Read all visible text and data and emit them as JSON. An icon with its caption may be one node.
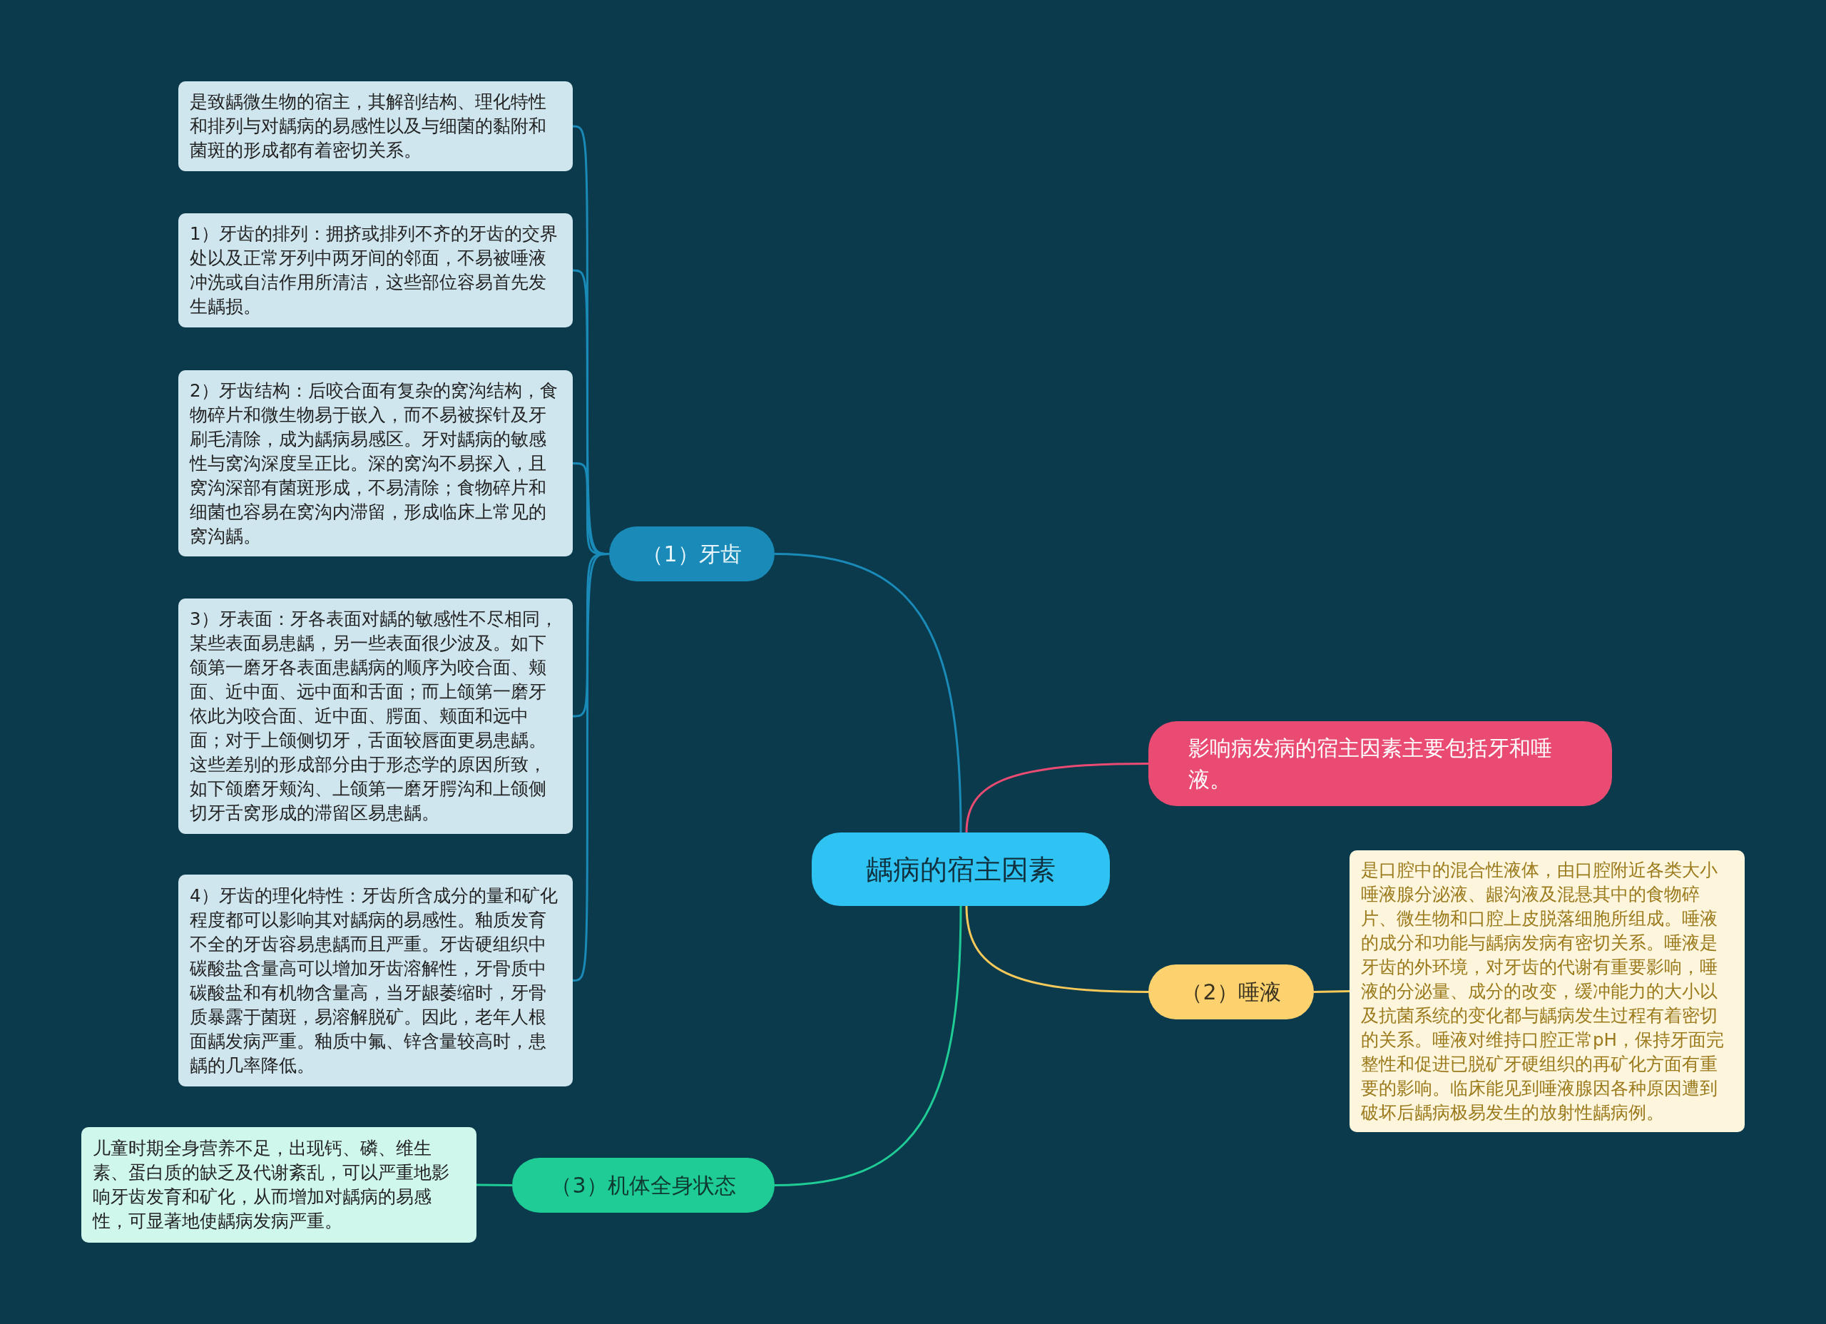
{
  "diagram": {
    "nodes": [
      {
        "text": [
          "龋病的宿主因素"
        ]
      },
      {
        "text": [
          "（1）牙齿"
        ]
      },
      {
        "text": [
          "是致龋微生物的宿主，其解剖结构、理化特性和排列与对龋病的易感性以及与细菌的黏附和菌斑的形成都有着密切关系。"
        ]
      },
      {
        "text": [
          "1）牙齿的排列：拥挤或排列不齐的牙齿的交界处以及正常牙列中两牙间的邻面，不易被唾液冲洗或自洁作用所清洁，这些部位容易首先发生龋损。"
        ]
      },
      {
        "text": [
          "2）牙齿结构：后咬合面有复杂的窝沟结构，食物碎片和微生物易于嵌入，而不易被探针及牙刷毛清除，成为龋病易感区。牙对龋病的敏感性与窝沟深度呈正比。深的窝沟不易探入，且窝沟深部有菌斑形成，不易清除；食物碎片和细菌也容易在窝沟内滞留，形成临床上常见的窝沟龋。"
        ]
      },
      {
        "text": [
          "3）牙表面：牙各表面对龋的敏感性不尽相同，某些表面易患龋，另一些表面很少波及。如下颌第一磨牙各表面患龋病的顺序为咬合面、颊面、近中面、远中面和舌面；而上颌第一磨牙依此为咬合面、近中面、腭面、颊面和远中面；对于上颌侧切牙，舌面较唇面更易患龋。这些差别的形成部分由于形态学的原因所致，如下颌磨牙颊沟、上颌第一磨牙腭沟和上颌侧切牙舌窝形成的滞留区易患龋。"
        ]
      },
      {
        "text": [
          "4）牙齿的理化特性：牙齿所含成分的量和矿化程度都可以影响其对龋病的易感性。釉质发育不全的牙齿容易患龋而且严重。牙齿硬组织中碳酸盐含量高可以增加牙齿溶解性，牙骨质中碳酸盐和有机物含量高，当牙龈萎缩时，牙骨质暴露于菌斑，易溶解脱矿。因此，老年人根面龋发病严重。釉质中氟、锌含量较高时，患龋的几率降低。"
        ]
      },
      {
        "text": [
          "影响病发病的宿主因素主要包括牙和唾液。"
        ]
      },
      {
        "text": [
          "（2）唾液"
        ]
      },
      {
        "text": [
          "是口腔中的混合性液体，由口腔附近各类大小唾液腺分泌液、龈沟液及混悬其中的食物碎片、微生物和口腔上皮脱落细胞所组成。唾液的成分和功能与龋病发病有密切关系。唾液是牙齿的外环境，对牙齿的代谢有重要影响，唾液的分泌量、成分的改变，缓冲能力的大小以及抗菌系统的变化都与龋病发生过程有着密切的关系。唾液对维持口腔正常pH，保持牙面完整性和促进已脱矿牙硬组织的再矿化方面有重要的影响。临床能见到唾液腺因各种原因遭到破坏后龋病极易发生的放射性龋病例。"
        ]
      },
      {
        "text": [
          "（3）机体全身状态"
        ]
      },
      {
        "text": [
          "儿童时期全身营养不足，出现钙、磷、维生素、蛋白质的缺乏及代谢紊乱，可以严重地影响牙齿发育和矿化，从而增加对龋病的易感性，可显著地使龋病发病严重。"
        ]
      }
    ],
    "edges": [
      {
        "from": 0,
        "to": 1,
        "arrow": "none"
      },
      {
        "from": 1,
        "to": 2,
        "arrow": "none"
      },
      {
        "from": 1,
        "to": 3,
        "arrow": "none"
      },
      {
        "from": 1,
        "to": 4,
        "arrow": "none"
      },
      {
        "from": 1,
        "to": 5,
        "arrow": "none"
      },
      {
        "from": 1,
        "to": 6,
        "arrow": "none"
      },
      {
        "from": 0,
        "to": 7,
        "arrow": "none",
        "color": "#e94b72"
      },
      {
        "from": 0,
        "to": 8,
        "arrow": "none",
        "color": "#f7c95a"
      },
      {
        "from": 8,
        "to": 9,
        "arrow": "none",
        "color": "#f7c95a"
      },
      {
        "from": 0,
        "to": 10,
        "arrow": "none",
        "color": "#1fcc96"
      },
      {
        "from": 10,
        "to": 11,
        "arrow": "none",
        "color": "#1fcc96"
      }
    ]
  }
}
